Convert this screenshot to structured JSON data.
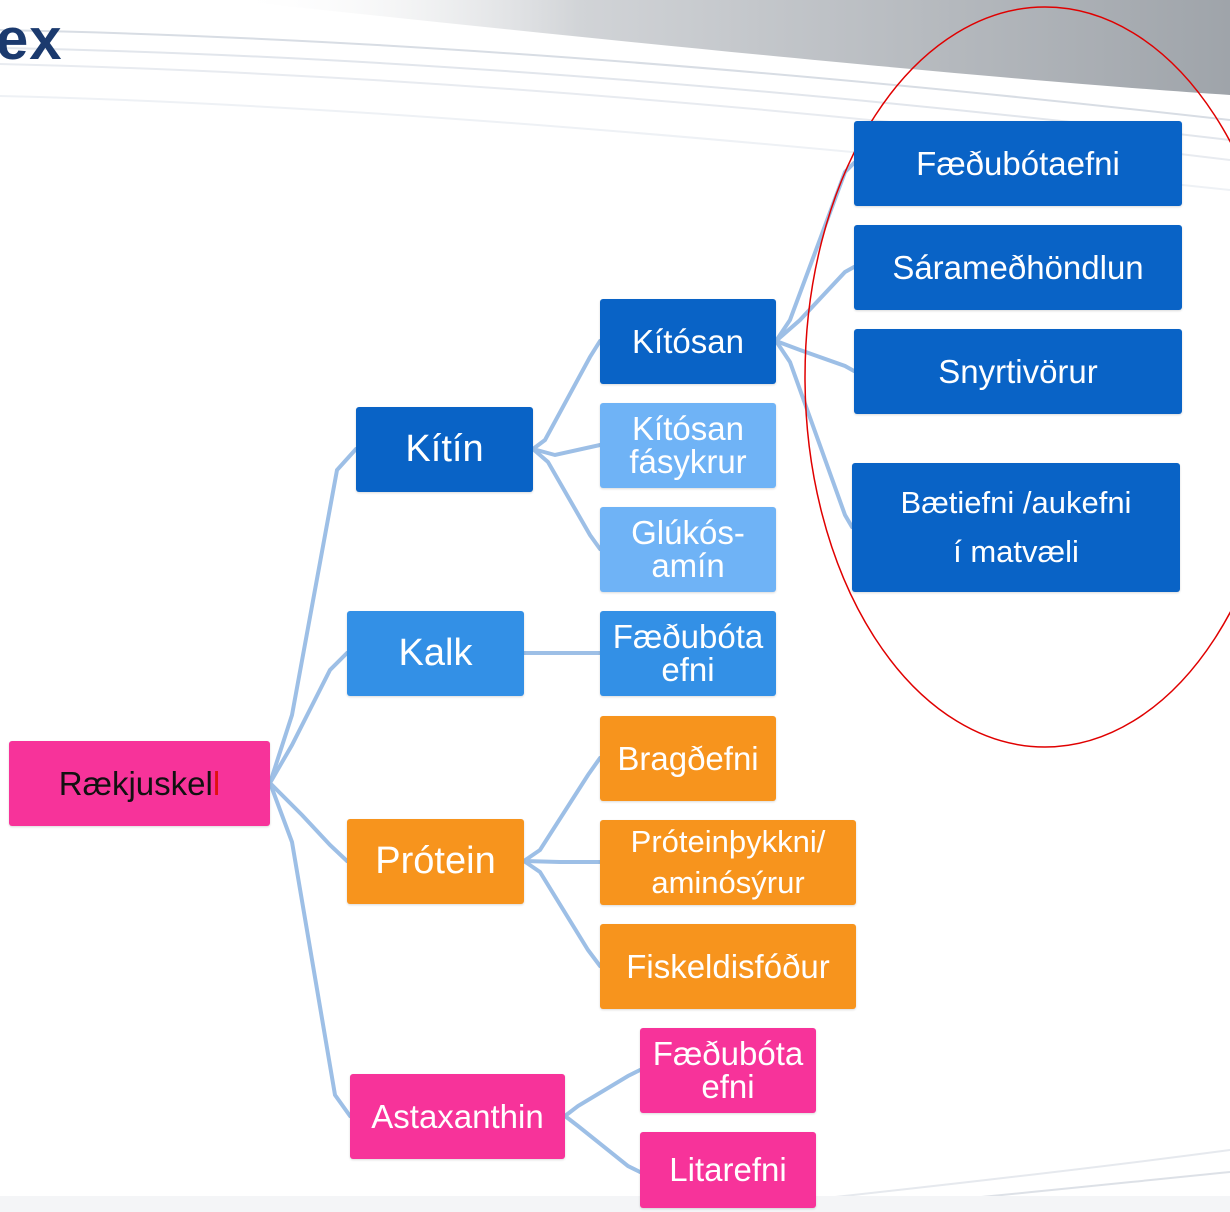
{
  "logo": {
    "text": "ex"
  },
  "root": {
    "label_main": "Rækjuskel",
    "label_accent": "l"
  },
  "level1": {
    "kitin": "Kítín",
    "kalk": "Kalk",
    "protein": "Prótein",
    "astaxanthin": "Astaxanthin"
  },
  "kitin_children": {
    "kitosan": "Kítósan",
    "kitosan_fasykrur_1": "Kítósan",
    "kitosan_fasykrur_2": "fásykrur",
    "glukosamin_1": "Glúkós-",
    "glukosamin_2": "amín"
  },
  "kalk_children": {
    "faedubota_1": "Fæðubóta",
    "faedubota_2": "efni"
  },
  "protein_children": {
    "bragdefni": "Bragðefni",
    "proteinthykkni_1": "Próteinþykkni/",
    "proteinthykkni_2": "aminósýrur",
    "fiskeldisfodur": "Fiskeldisfóður"
  },
  "astaxanthin_children": {
    "faedubota_1": "Fæðubóta",
    "faedubota_2": "efni",
    "litarefni": "Litarefni"
  },
  "kitosan_children": {
    "faedubotaefni": "Fæðubótaefni",
    "sarametdhondlun": "Sárameðhöndlun",
    "snyrtivorur": "Snyrtivörur",
    "baetiefni_1": "Bætiefni /aukefni",
    "baetiefni_2": "í matvæli"
  },
  "colors": {
    "dark_blue": "#0963c6",
    "mid_blue": "#3390e6",
    "light_blue": "#6fb3f6",
    "orange": "#f7941d",
    "pink": "#f7339a",
    "connector": "#9dbfe6",
    "highlight_ellipse": "#e00000"
  }
}
